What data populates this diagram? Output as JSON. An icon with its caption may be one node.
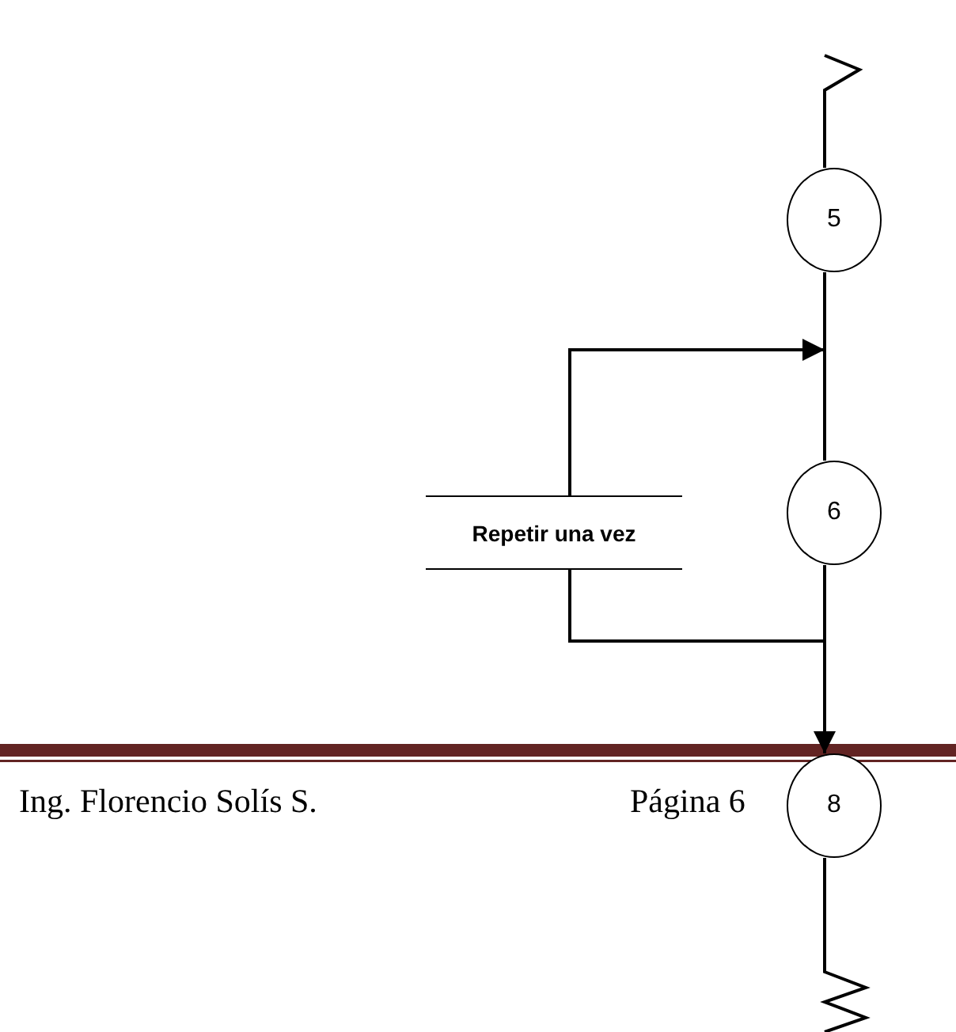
{
  "diagram": {
    "nodes": [
      {
        "text": [
          "5"
        ]
      },
      {
        "text": [
          "6"
        ]
      },
      {
        "text": [
          "8"
        ]
      },
      {
        "text": [
          "Repetir una vez"
        ]
      }
    ],
    "edges": [
      {
        "from": null,
        "to": 0,
        "arrow": "none"
      },
      {
        "from": 0,
        "to": 1,
        "arrow": "none"
      },
      {
        "from": 1,
        "to": 3,
        "arrow": "none"
      },
      {
        "from": 3,
        "to": null,
        "arrow": "to"
      },
      {
        "from": 1,
        "to": 2,
        "arrow": "to"
      },
      {
        "from": 2,
        "to": null,
        "arrow": "none"
      }
    ],
    "labels": [
      "Ing. Florencio Solís S.",
      "Página 6"
    ]
  }
}
